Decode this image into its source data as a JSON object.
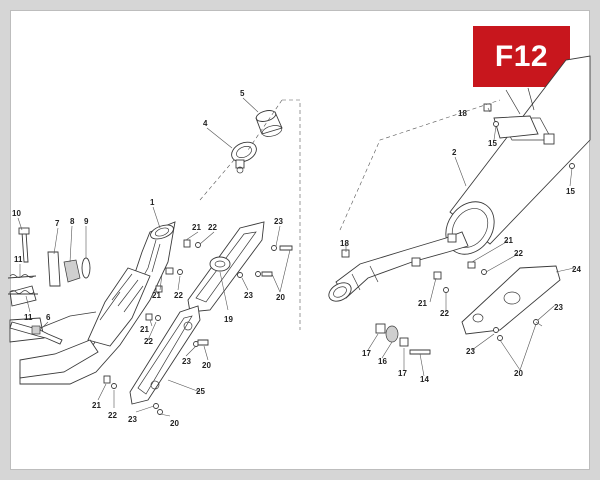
{
  "badge": {
    "label": "F12",
    "color": "#c8161d"
  },
  "callouts": [
    "1",
    "2",
    "4",
    "5",
    "6",
    "7",
    "8",
    "9",
    "10",
    "11",
    "11",
    "14",
    "15",
    "15",
    "16",
    "17",
    "17",
    "18",
    "18",
    "19",
    "20",
    "20",
    "20",
    "20",
    "21",
    "21",
    "21",
    "21",
    "21",
    "21",
    "22",
    "22",
    "22",
    "22",
    "22",
    "22",
    "23",
    "23",
    "23",
    "23",
    "23",
    "23",
    "24",
    "25"
  ]
}
